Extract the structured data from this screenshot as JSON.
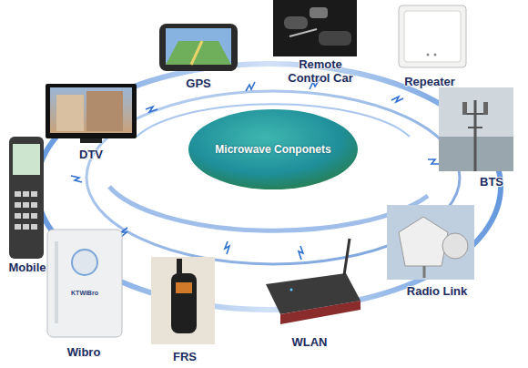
{
  "diagram": {
    "nodes": [
      {
        "text": [
          "Microwave Conponets"
        ]
      }
    ],
    "labels": [
      "DTV",
      "GPS",
      "Remote Control Car",
      "Repeater",
      "BTS",
      "Radio Link",
      "WLAN",
      "FRS",
      "Wibro",
      "Mobile",
      "KTWiBro"
    ]
  }
}
